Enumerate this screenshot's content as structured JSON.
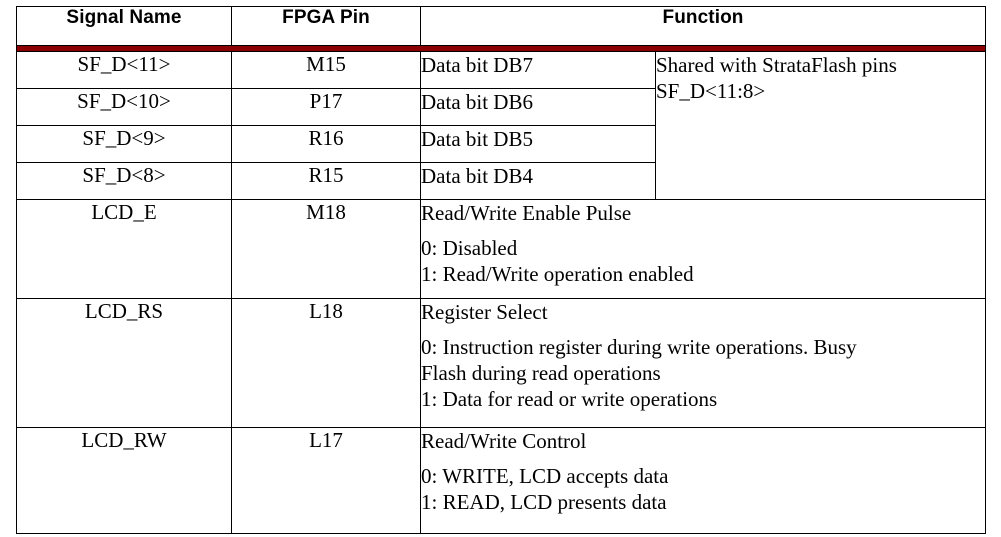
{
  "table": {
    "accent_rule_color": "#8B0000",
    "border_color": "#000000",
    "headers": {
      "signal_name": "Signal Name",
      "fpga_pin": "FPGA Pin",
      "function": "Function"
    },
    "rows": [
      {
        "signal": "SF_D<11>",
        "pin": "M15",
        "function": "Data bit DB7",
        "shared_note_line1": "Shared with StrataFlash pins",
        "shared_note_line2": "SF_D<11:8>"
      },
      {
        "signal": "SF_D<10>",
        "pin": "P17",
        "function": "Data bit DB6"
      },
      {
        "signal": "SF_D<9>",
        "pin": "R16",
        "function": "Data bit DB5"
      },
      {
        "signal": "SF_D<8>",
        "pin": "R15",
        "function": "Data bit DB4"
      },
      {
        "signal": "LCD_E",
        "pin": "M18",
        "function_title": "Read/Write Enable Pulse",
        "function_detail_line1": "0: Disabled",
        "function_detail_line2": "1: Read/Write operation enabled"
      },
      {
        "signal": "LCD_RS",
        "pin": "L18",
        "function_title": "Register Select",
        "function_detail_line1": "0: Instruction register during write operations. Busy",
        "function_detail_line2": "Flash during read operations",
        "function_detail_line3": "1: Data for read or write operations"
      },
      {
        "signal": "LCD_RW",
        "pin": "L17",
        "function_title": "Read/Write Control",
        "function_detail_line1": "0: WRITE, LCD accepts data",
        "function_detail_line2": "1: READ, LCD presents data"
      }
    ]
  }
}
